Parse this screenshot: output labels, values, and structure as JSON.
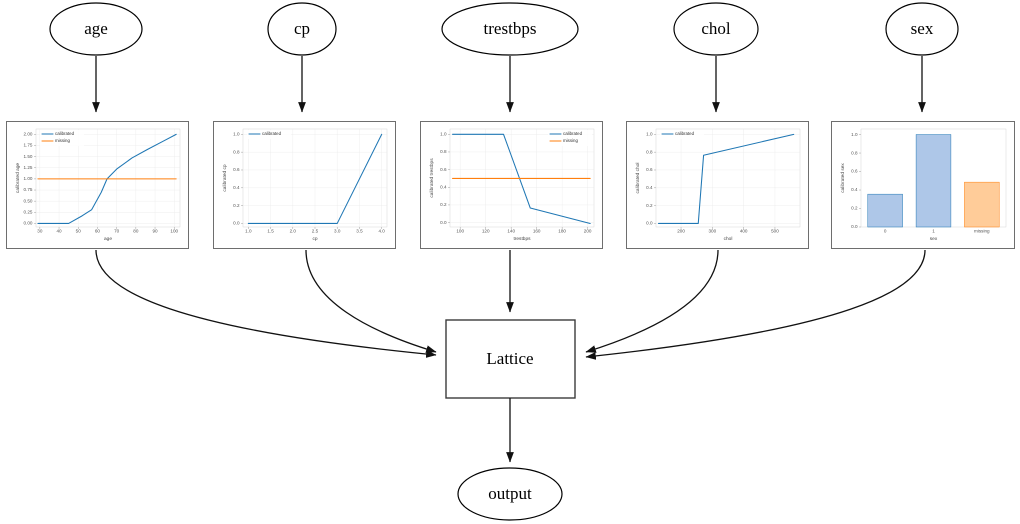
{
  "graph": {
    "input_nodes": [
      {
        "id": "age",
        "label": "age"
      },
      {
        "id": "cp",
        "label": "cp"
      },
      {
        "id": "trestbps",
        "label": "trestbps"
      },
      {
        "id": "chol",
        "label": "chol"
      },
      {
        "id": "sex",
        "label": "sex"
      }
    ],
    "model_node": {
      "id": "lattice",
      "label": "Lattice"
    },
    "output_node": {
      "id": "output",
      "label": "output"
    }
  },
  "legend_labels": {
    "calibrated": "calibrated",
    "missing": "missing"
  },
  "chart_data": [
    {
      "id": "age",
      "type": "line",
      "title": "",
      "xlabel": "age",
      "ylabel": "calibrated age",
      "xlim": [
        28,
        103
      ],
      "ylim": [
        -0.08,
        2.12
      ],
      "xticks": [
        30,
        40,
        50,
        60,
        70,
        80,
        90,
        100
      ],
      "yticks": [
        0.0,
        0.25,
        0.5,
        0.75,
        1.0,
        1.25,
        1.5,
        1.75,
        2.0
      ],
      "ytick_labels": [
        "0.00",
        "0.25",
        "0.50",
        "0.75",
        "1.00",
        "1.25",
        "1.50",
        "1.75",
        "2.00"
      ],
      "xtick_labels": [
        "30",
        "40",
        "50",
        "60",
        "70",
        "80",
        "90",
        "100"
      ],
      "grid": true,
      "legend": [
        "calibrated",
        "missing"
      ],
      "legend_position": "upper left",
      "series": [
        {
          "name": "calibrated",
          "color": "#1f77b4",
          "x": [
            29,
            45,
            52,
            57,
            62,
            65,
            70,
            78,
            86,
            94,
            101
          ],
          "y": [
            0.0,
            0.0,
            0.17,
            0.31,
            0.7,
            1.0,
            1.22,
            1.47,
            1.66,
            1.84,
            2.0
          ]
        },
        {
          "name": "missing",
          "color": "#ff7f0e",
          "x": [
            29,
            101
          ],
          "y": [
            1.0,
            1.0
          ]
        }
      ]
    },
    {
      "id": "cp",
      "type": "line",
      "title": "",
      "xlabel": "cp",
      "ylabel": "calibrated cp",
      "xlim": [
        0.88,
        4.12
      ],
      "ylim": [
        -0.04,
        1.06
      ],
      "xticks": [
        1.0,
        1.5,
        2.0,
        2.5,
        3.0,
        3.5,
        4.0
      ],
      "yticks": [
        0.0,
        0.2,
        0.4,
        0.6,
        0.8,
        1.0
      ],
      "ytick_labels": [
        "0.0",
        "0.2",
        "0.4",
        "0.6",
        "0.8",
        "1.0"
      ],
      "xtick_labels": [
        "1.0",
        "1.5",
        "2.0",
        "2.5",
        "3.0",
        "3.5",
        "4.0"
      ],
      "grid": true,
      "legend": [
        "calibrated"
      ],
      "legend_position": "upper left",
      "series": [
        {
          "name": "calibrated",
          "color": "#1f77b4",
          "x": [
            1.0,
            3.0,
            4.0
          ],
          "y": [
            0.0,
            0.0,
            1.0
          ]
        }
      ]
    },
    {
      "id": "trestbps",
      "type": "line",
      "title": "",
      "xlabel": "trestbps",
      "ylabel": "calibrated trestbps",
      "xlim": [
        92,
        205
      ],
      "ylim": [
        -0.05,
        1.06
      ],
      "xticks": [
        100,
        120,
        140,
        160,
        180,
        200
      ],
      "yticks": [
        0.0,
        0.2,
        0.4,
        0.6,
        0.8,
        1.0
      ],
      "ytick_labels": [
        "0.0",
        "0.2",
        "0.4",
        "0.6",
        "0.8",
        "1.0"
      ],
      "xtick_labels": [
        "100",
        "120",
        "140",
        "160",
        "180",
        "200"
      ],
      "grid": true,
      "legend": [
        "calibrated",
        "missing"
      ],
      "legend_position": "upper right",
      "series": [
        {
          "name": "calibrated",
          "color": "#1f77b4",
          "x": [
            94,
            134,
            155,
            202
          ],
          "y": [
            1.0,
            1.0,
            0.165,
            -0.01
          ]
        },
        {
          "name": "missing",
          "color": "#ff7f0e",
          "x": [
            94,
            202
          ],
          "y": [
            0.5,
            0.5
          ]
        }
      ]
    },
    {
      "id": "chol",
      "type": "line",
      "title": "",
      "xlabel": "chol",
      "ylabel": "calibrated chol",
      "xlim": [
        120,
        580
      ],
      "ylim": [
        -0.04,
        1.06
      ],
      "xticks": [
        200,
        300,
        400,
        500
      ],
      "yticks": [
        0.0,
        0.2,
        0.4,
        0.6,
        0.8,
        1.0
      ],
      "ytick_labels": [
        "0.0",
        "0.2",
        "0.4",
        "0.6",
        "0.8",
        "1.0"
      ],
      "xtick_labels": [
        "200",
        "300",
        "400",
        "500"
      ],
      "grid": true,
      "legend": [
        "calibrated"
      ],
      "legend_position": "upper left",
      "series": [
        {
          "name": "calibrated",
          "color": "#1f77b4",
          "x": [
            128,
            255,
            272,
            560
          ],
          "y": [
            0.0,
            0.0,
            0.765,
            1.0
          ]
        }
      ]
    },
    {
      "id": "sex",
      "type": "bar",
      "title": "",
      "xlabel": "sex",
      "ylabel": "calibrated sex",
      "ylim": [
        0.0,
        1.06
      ],
      "yticks": [
        0.0,
        0.2,
        0.4,
        0.6,
        0.8,
        1.0
      ],
      "ytick_labels": [
        "0.0",
        "0.2",
        "0.4",
        "0.6",
        "0.8",
        "1.0"
      ],
      "categories": [
        "0",
        "1",
        "missing"
      ],
      "values": [
        0.355,
        1.0,
        0.485
      ],
      "bar_colors": [
        "#aec7e8",
        "#aec7e8",
        "#ffcc99"
      ],
      "bar_edge_colors": [
        "#1f77b4",
        "#1f77b4",
        "#ff7f0e"
      ],
      "grid": false,
      "legend": []
    }
  ]
}
